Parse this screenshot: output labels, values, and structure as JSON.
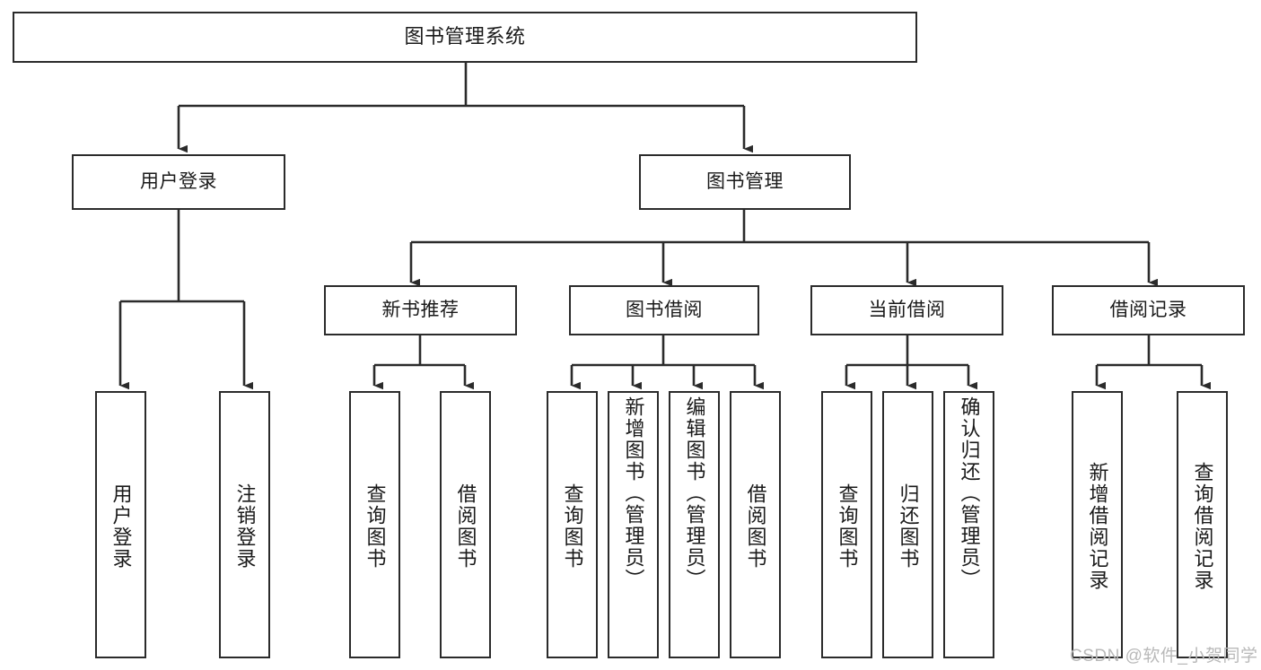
{
  "diagram": {
    "title": "图书管理系统",
    "type": "tree",
    "watermark": "CSDN @软件_小贺同学",
    "colors": {
      "box_border": "#2b2b2b",
      "box_fill": "#ffffff",
      "edge": "#2b2b2b",
      "text": "#1a1a1a",
      "watermark": "#b9b9b9",
      "background": "#ffffff"
    },
    "nodes": {
      "root": {
        "label": "图书管理系统"
      },
      "level2": [
        {
          "label": "用户登录"
        },
        {
          "label": "图书管理"
        }
      ],
      "level3": [
        {
          "label": "新书推荐"
        },
        {
          "label": "图书借阅"
        },
        {
          "label": "当前借阅"
        },
        {
          "label": "借阅记录"
        }
      ],
      "leaves": {
        "user_login": [
          {
            "label": "用户登录"
          },
          {
            "label": "注销登录"
          }
        ],
        "new_book_recommend": [
          {
            "label": "查询图书"
          },
          {
            "label": "借阅图书"
          }
        ],
        "book_borrow": [
          {
            "label": "查询图书"
          },
          {
            "label": "新增图书（管理员）"
          },
          {
            "label": "编辑图书（管理员）"
          },
          {
            "label": "借阅图书"
          }
        ],
        "current_borrow": [
          {
            "label": "查询图书"
          },
          {
            "label": "归还图书"
          },
          {
            "label": "确认归还（管理员）"
          }
        ],
        "borrow_record": [
          {
            "label": "新增借阅记录"
          },
          {
            "label": "查询借阅记录"
          }
        ]
      }
    }
  }
}
